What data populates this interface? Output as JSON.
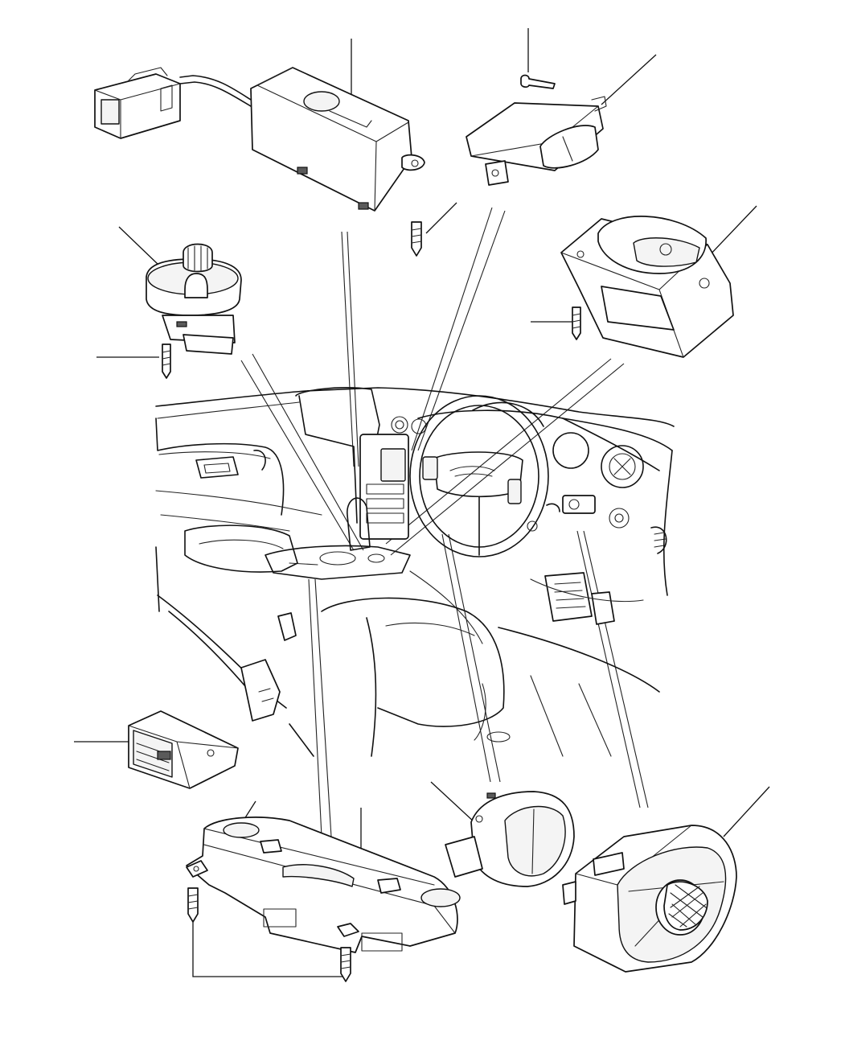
{
  "diagram": {
    "type": "exploded-parts-illustration",
    "colors": {
      "line": "#111111",
      "background": "#ffffff",
      "shade": "#5a5a5a"
    },
    "parts": [
      {
        "id": "control-module-with-harness",
        "icon": "module-icon"
      },
      {
        "id": "rocker-switch-top",
        "icon": "switch-icon"
      },
      {
        "id": "joystick-mirror-control",
        "icon": "joystick-icon"
      },
      {
        "id": "parking-brake-switch",
        "icon": "switch-icon"
      },
      {
        "id": "relay-module",
        "icon": "relay-icon"
      },
      {
        "id": "centre-console-switch-panel",
        "icon": "panel-icon"
      },
      {
        "id": "steering-wheel-switch",
        "icon": "switch-icon"
      },
      {
        "id": "mirror-adjust-switch",
        "icon": "joystick-icon"
      }
    ],
    "fasteners": [
      "screw",
      "screw",
      "screw",
      "screw",
      "screw",
      "screw"
    ]
  }
}
